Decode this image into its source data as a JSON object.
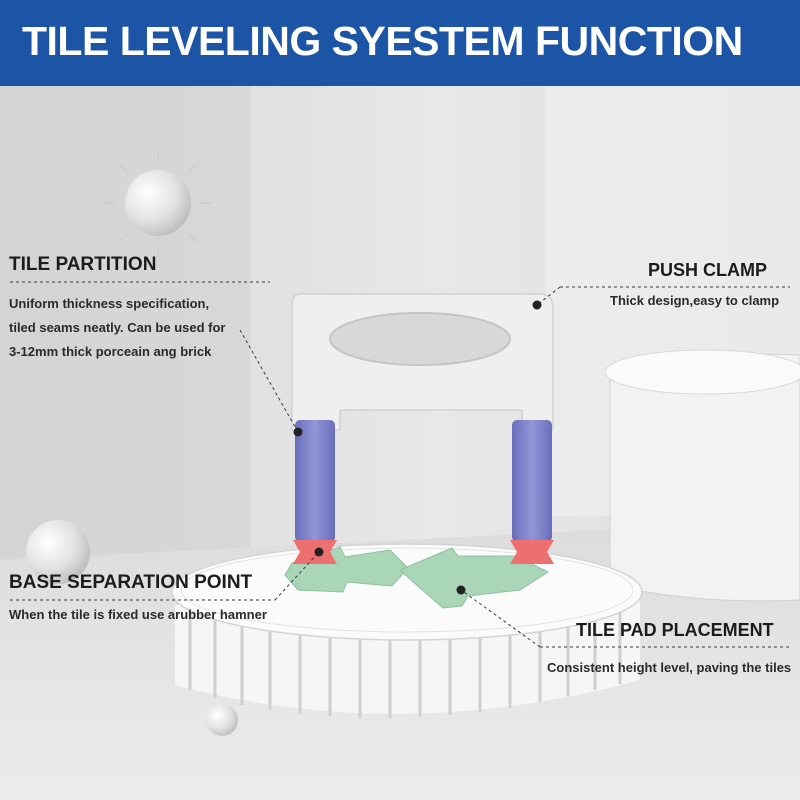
{
  "banner": {
    "title": "TILE LEVELING SYESTEM FUNCTION",
    "background_color": "#1d55a6",
    "text_color": "#ffffff"
  },
  "callouts": {
    "tile_partition": {
      "title": "TILE PARTITION",
      "description_lines": [
        "Uniform thickness specification,",
        "tiled seams neatly. Can be used for",
        "3-12mm thick porceain ang brick"
      ]
    },
    "push_clamp": {
      "title": "PUSH CLAMP",
      "description": "Thick design,easy to clamp"
    },
    "base_separation_point": {
      "title": "BASE SEPARATION POINT",
      "description": "When the tile is fixed use arubber hamner"
    },
    "tile_pad_placement": {
      "title": "TILE PAD PLACEMENT",
      "description": "Consistent height level, paving the tiles"
    }
  },
  "colors": {
    "clamp_body": "#eeeeee",
    "partition_legs": "#6f74c4",
    "separation_point": "#ee6f6f",
    "tile_pad": "#a9d6b7"
  },
  "icons": [
    "sun-icon",
    "sphere-icon",
    "leveling-clip-icon"
  ]
}
